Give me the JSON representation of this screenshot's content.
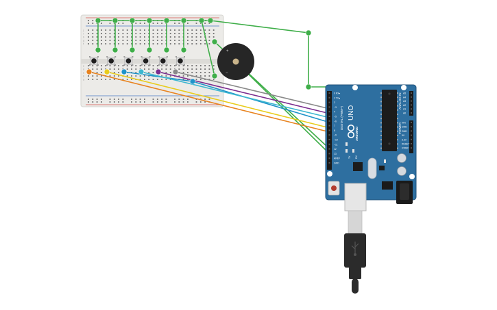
{
  "board": {
    "model": "UNO",
    "brand": "ARDUINO",
    "header_digital": "DIGITAL (PWM~)",
    "header_analog": "ANALOG IN",
    "header_power": "POWER",
    "tx_label": "TX",
    "rx_label": "RX",
    "l_label": "L",
    "on_label": "ON",
    "aref_label": "AREF",
    "gnd_label": "GND",
    "digital_pins": [
      "0 RX▸",
      "1 TX◂",
      "2",
      "~3",
      "4",
      "~5",
      "~6",
      "7",
      "8",
      "~9",
      "~10",
      "~11",
      "12",
      "13"
    ],
    "analog_pins": [
      "A5",
      "A4",
      "A3",
      "A2",
      "A1",
      "A0"
    ],
    "power_pins": [
      "VIN",
      "GND",
      "GND",
      "5V",
      "3.3V",
      "RESET",
      "IOREF"
    ]
  },
  "buzzer": {
    "plus_label": "+",
    "minus_label": "−"
  },
  "breadboard": {
    "row_letters": [
      "j",
      "i",
      "h",
      "g",
      "f",
      "e",
      "d",
      "c",
      "b",
      "a"
    ],
    "column_count": 30
  },
  "buttons": {
    "count": 6
  },
  "wire_colors": {
    "green": "#3fae49",
    "orange": "#e8831f",
    "yellow": "#e8cc1c",
    "blue": "#1f93c9",
    "cyan": "#3cb7d0",
    "purple": "#7b2d8f",
    "gray": "#8a8a8a"
  },
  "colors": {
    "board": "#2e6fa0",
    "board_dark": "#20527a",
    "breadboard": "#ecebe8",
    "rail_red": "#d9534f",
    "rail_blue": "#4a79c4",
    "buzzer": "#262626",
    "usb_cable": "#2b2b2b"
  }
}
